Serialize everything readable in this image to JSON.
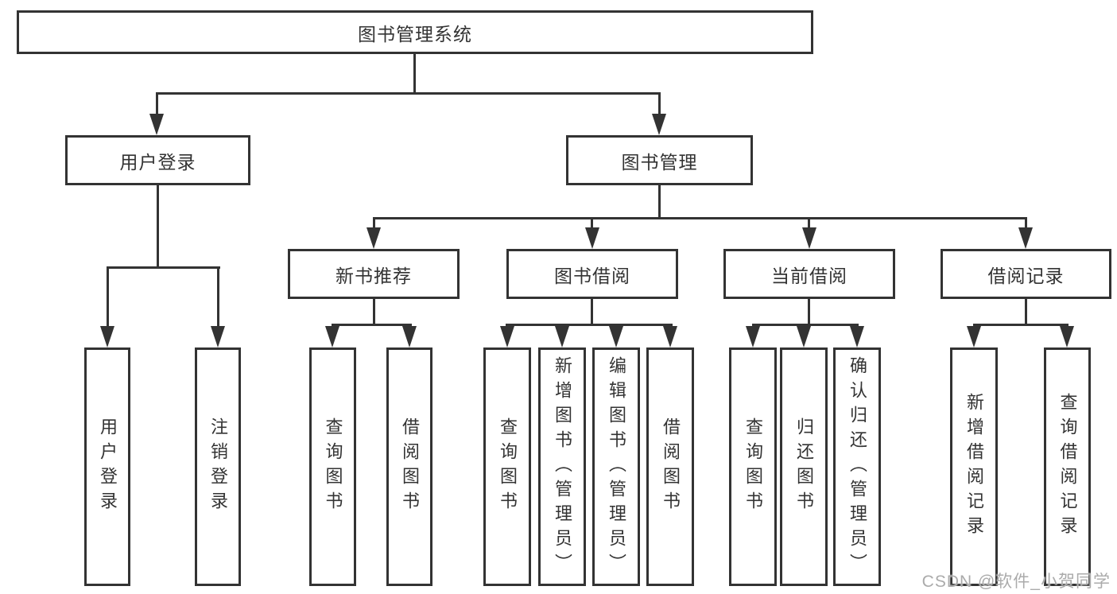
{
  "diagram": {
    "root": {
      "label": "图书管理系统"
    },
    "level2": {
      "user_login": {
        "label": "用户登录"
      },
      "book_mgmt": {
        "label": "图书管理"
      }
    },
    "level3": {
      "new_book": {
        "label": "新书推荐"
      },
      "book_borrow": {
        "label": "图书借阅"
      },
      "current_borrow": {
        "label": "当前借阅"
      },
      "borrow_record": {
        "label": "借阅记录"
      }
    },
    "leaves": {
      "user_login": {
        "login": {
          "label": "用户登录"
        },
        "logout": {
          "label": "注销登录"
        }
      },
      "new_book": {
        "query": {
          "label": "查询图书"
        },
        "borrow": {
          "label": "借阅图书"
        }
      },
      "book_borrow": {
        "query": {
          "label": "查询图书"
        },
        "add": {
          "label": "新增图书（管理员）"
        },
        "edit": {
          "label": "编辑图书（管理员）"
        },
        "borrow": {
          "label": "借阅图书"
        }
      },
      "current_borrow": {
        "query": {
          "label": "查询图书"
        },
        "return": {
          "label": "归还图书"
        },
        "confirm": {
          "label": "确认归还（管理员）"
        }
      },
      "borrow_record": {
        "add": {
          "label": "新增借阅记录"
        },
        "query": {
          "label": "查询借阅记录"
        }
      }
    }
  },
  "watermark": {
    "text": "CSDN @软件_小贺同学"
  },
  "colors": {
    "line": "#333333",
    "text": "#333333",
    "background": "#ffffff",
    "watermark": "#ababab"
  }
}
